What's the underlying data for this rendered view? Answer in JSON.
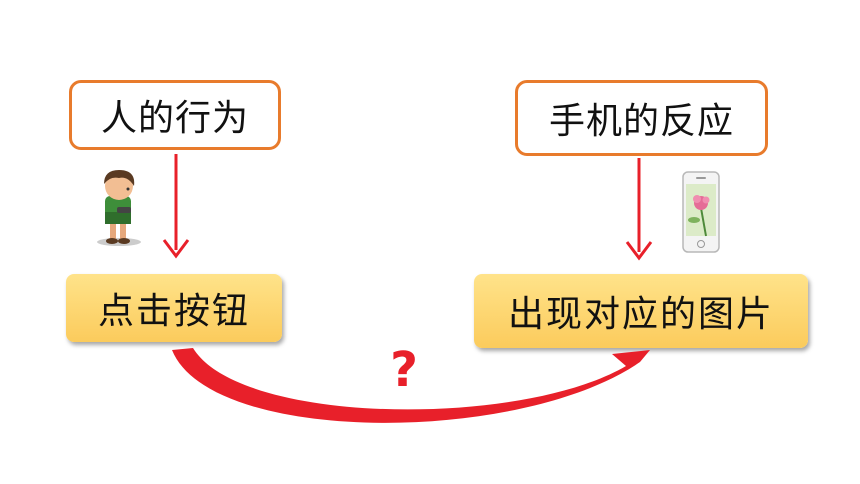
{
  "diagram": {
    "human_behavior_label": "人的行为",
    "phone_reaction_label": "手机的反应",
    "click_button_label": "点击按钮",
    "show_image_label": "出现对应的图片",
    "question_mark": "?"
  },
  "colors": {
    "label_border": "#E87B2C",
    "action_fill": "#FBCB5C",
    "arrow": "#E8202A"
  },
  "icons": {
    "boy": "boy-with-phone-icon",
    "phone": "smartphone-flower-icon"
  }
}
